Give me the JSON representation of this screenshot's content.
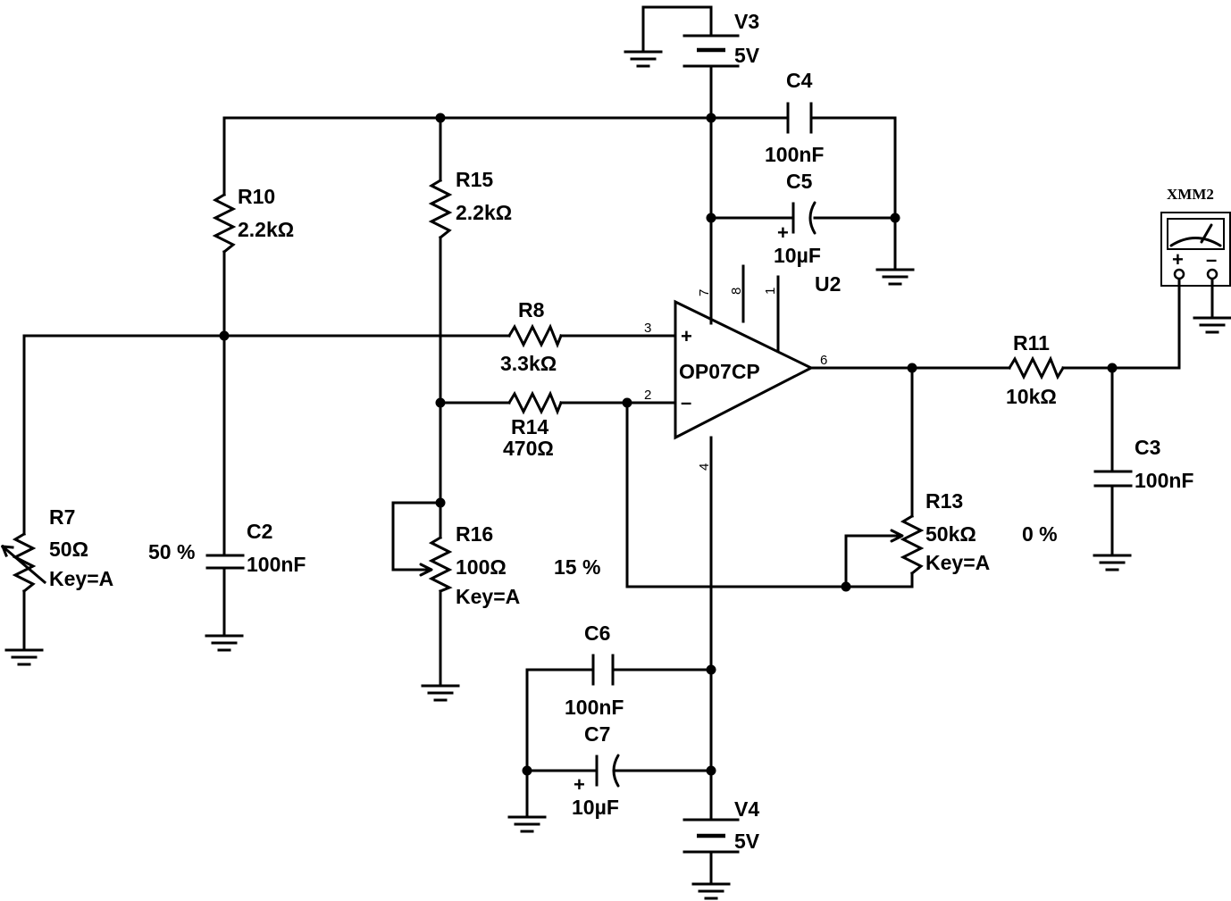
{
  "components": {
    "v3": {
      "name": "V3",
      "value": "5V"
    },
    "v4": {
      "name": "V4",
      "value": "5V"
    },
    "c4": {
      "name": "C4",
      "value": "100nF"
    },
    "c5": {
      "name": "C5",
      "value": "10µF",
      "polarity": "+"
    },
    "c6": {
      "name": "C6",
      "value": "100nF"
    },
    "c7": {
      "name": "C7",
      "value": "10µF",
      "polarity": "+"
    },
    "c2": {
      "name": "C2",
      "value": "100nF"
    },
    "c3": {
      "name": "C3",
      "value": "100nF"
    },
    "r10": {
      "name": "R10",
      "value": "2.2kΩ"
    },
    "r15": {
      "name": "R15",
      "value": "2.2kΩ"
    },
    "r8": {
      "name": "R8",
      "value": "3.3kΩ"
    },
    "r14": {
      "name": "R14",
      "value": "470Ω"
    },
    "r11": {
      "name": "R11",
      "value": "10kΩ"
    },
    "r7": {
      "name": "R7",
      "value": "50Ω",
      "key": "Key=A",
      "setting": "50 %"
    },
    "r16": {
      "name": "R16",
      "value": "100Ω",
      "key": "Key=A",
      "setting": "15 %"
    },
    "r13": {
      "name": "R13",
      "value": "50kΩ",
      "key": "Key=A",
      "setting": "0 %"
    },
    "u2": {
      "name": "U2",
      "part": "OP07CP",
      "pins": {
        "p7": "7",
        "p8": "8",
        "p1": "1",
        "p3": "3",
        "p2": "2",
        "p6": "6",
        "p4": "4"
      },
      "plus": "+",
      "minus": "–"
    },
    "xmm2": {
      "name": "XMM2",
      "plus": "+",
      "minus": "–"
    }
  }
}
